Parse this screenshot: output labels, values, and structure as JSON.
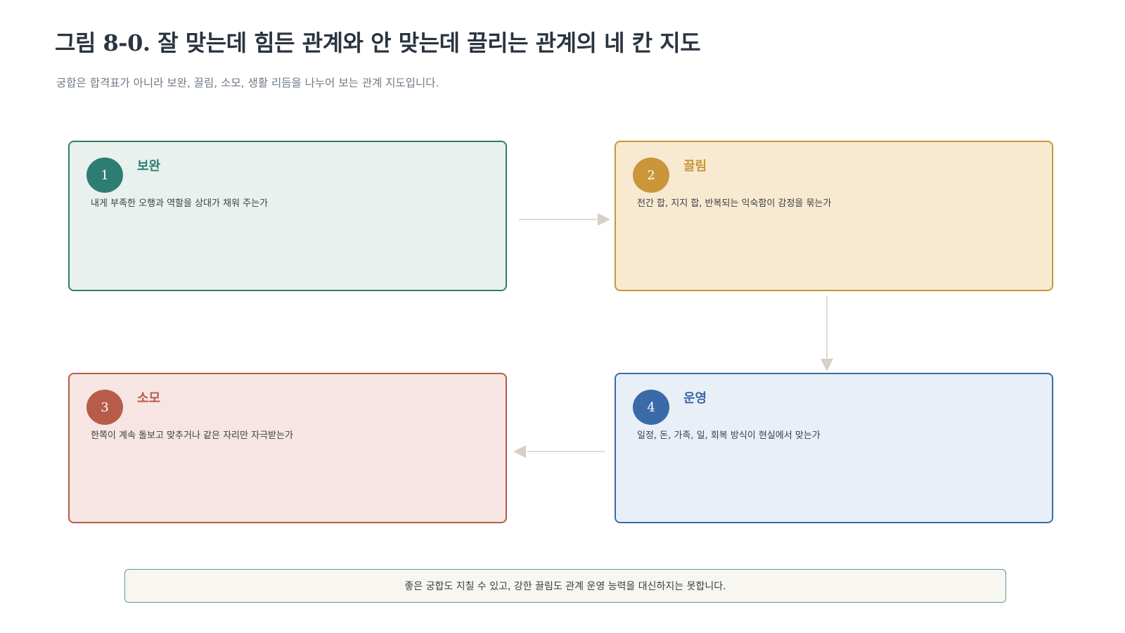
{
  "header": {
    "title": "그림 8-0. 잘 맞는데 힘든 관계와 안 맞는데 끌리는 관계의 네 칸 지도",
    "subtitle": "궁합은 합격표가 아니라 보완, 끌림, 소모, 생활 리듬을 나누어 보는 관계 지도입니다."
  },
  "boxes": [
    {
      "number": "1",
      "title": "보완",
      "description": "내게 부족한 오행과 역할을 상대가 채워 주는가",
      "accent": "#2e7d73",
      "background": "#e8f1ed"
    },
    {
      "number": "2",
      "title": "끌림",
      "description": "천간 합, 지지 합, 반복되는 익숙함이 감정을 묶는가",
      "accent": "#c9963a",
      "background": "#f8ead0"
    },
    {
      "number": "3",
      "title": "소모",
      "description": "한쪽이 계속 돌보고 맞추거나 같은 자리만 자극받는가",
      "accent": "#b85c4a",
      "background": "#f6e5e2"
    },
    {
      "number": "4",
      "title": "운영",
      "description": "일정, 돈, 가족, 일, 회복 방식이 현실에서 맞는가",
      "accent": "#3a6aa8",
      "background": "#e9eff7"
    }
  ],
  "connector_color": "#d6d1c4",
  "footer": {
    "note": "좋은 궁합도 지칠 수 있고, 강한 끌림도 관계 운영 능력을 대신하지는 못합니다."
  }
}
